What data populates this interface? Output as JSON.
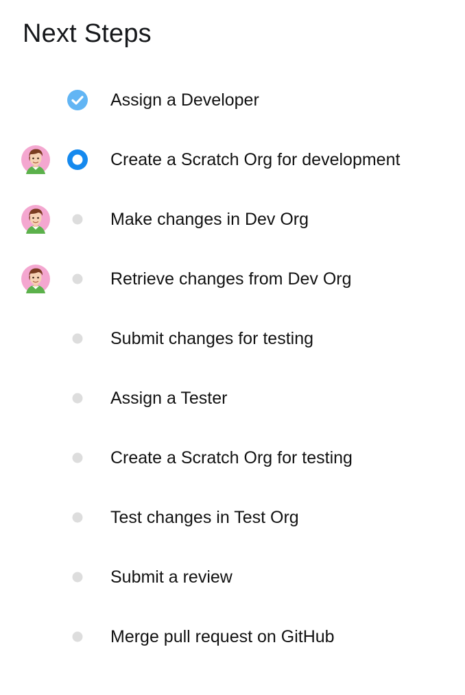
{
  "header": {
    "title": "Next Steps"
  },
  "colors": {
    "completed": "#62B5F4",
    "current": "#1589EE",
    "pending": "#DDDDDD",
    "avatar_background": "#F4A7D0"
  },
  "steps": [
    {
      "label": "Assign a Developer",
      "status": "completed",
      "has_avatar": false
    },
    {
      "label": "Create a Scratch Org for development",
      "status": "current",
      "has_avatar": true
    },
    {
      "label": "Make changes in Dev Org",
      "status": "pending",
      "has_avatar": true
    },
    {
      "label": "Retrieve changes from Dev Org",
      "status": "pending",
      "has_avatar": true
    },
    {
      "label": "Submit changes for testing",
      "status": "pending",
      "has_avatar": false
    },
    {
      "label": "Assign a Tester",
      "status": "pending",
      "has_avatar": false
    },
    {
      "label": "Create a Scratch Org for testing",
      "status": "pending",
      "has_avatar": false
    },
    {
      "label": "Test changes in Test Org",
      "status": "pending",
      "has_avatar": false
    },
    {
      "label": "Submit a review",
      "status": "pending",
      "has_avatar": false
    },
    {
      "label": "Merge pull request on GitHub",
      "status": "pending",
      "has_avatar": false
    }
  ]
}
